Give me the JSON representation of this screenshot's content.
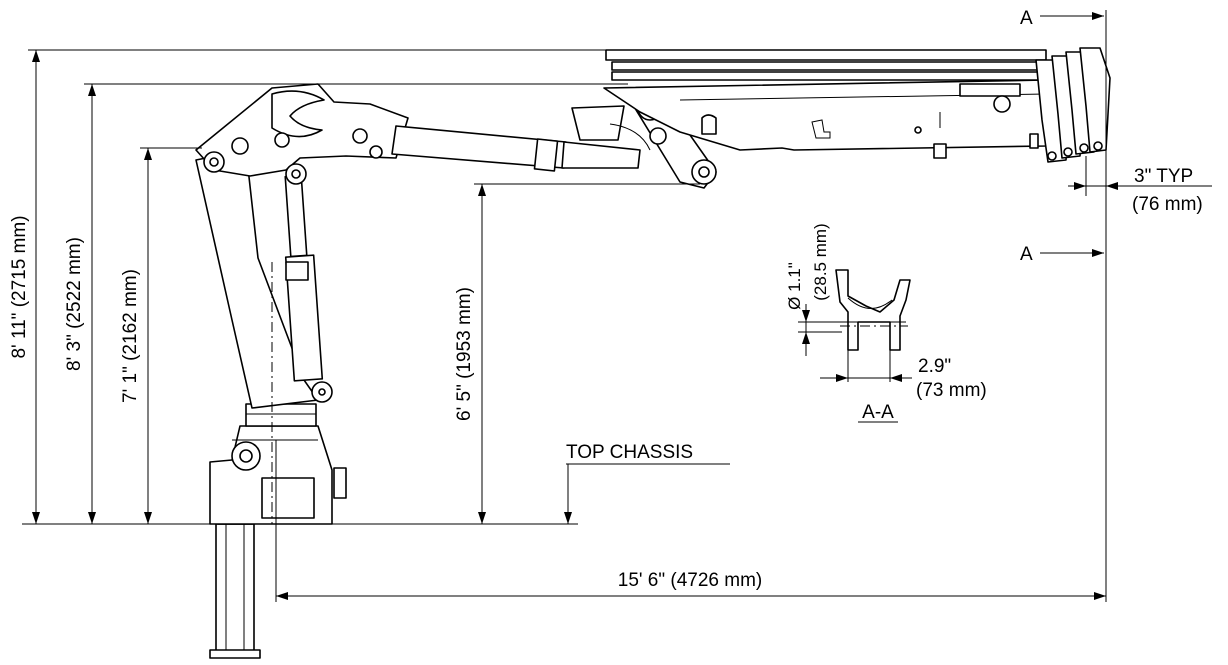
{
  "dimensions": {
    "overall_height": "8' 11\" (2715 mm)",
    "boom_height": "8' 3\" (2522 mm)",
    "column_height": "7' 1\" (2162 mm)",
    "tip_height": "6' 5\" (1953 mm)",
    "horizontal_reach": "15' 6\" (4726 mm)",
    "typ_spacing_imperial": "3\" TYP",
    "typ_spacing_metric": "(76 mm)"
  },
  "labels": {
    "top_chassis": "TOP CHASSIS",
    "section_mark_top": "A",
    "section_mark_bottom": "A"
  },
  "section_view": {
    "title": "A-A",
    "hole_diameter_imperial": "Ø 1.1\"",
    "hole_diameter_metric": "(28.5 mm)",
    "width_imperial": "2.9\"",
    "width_metric": "(73 mm)"
  }
}
